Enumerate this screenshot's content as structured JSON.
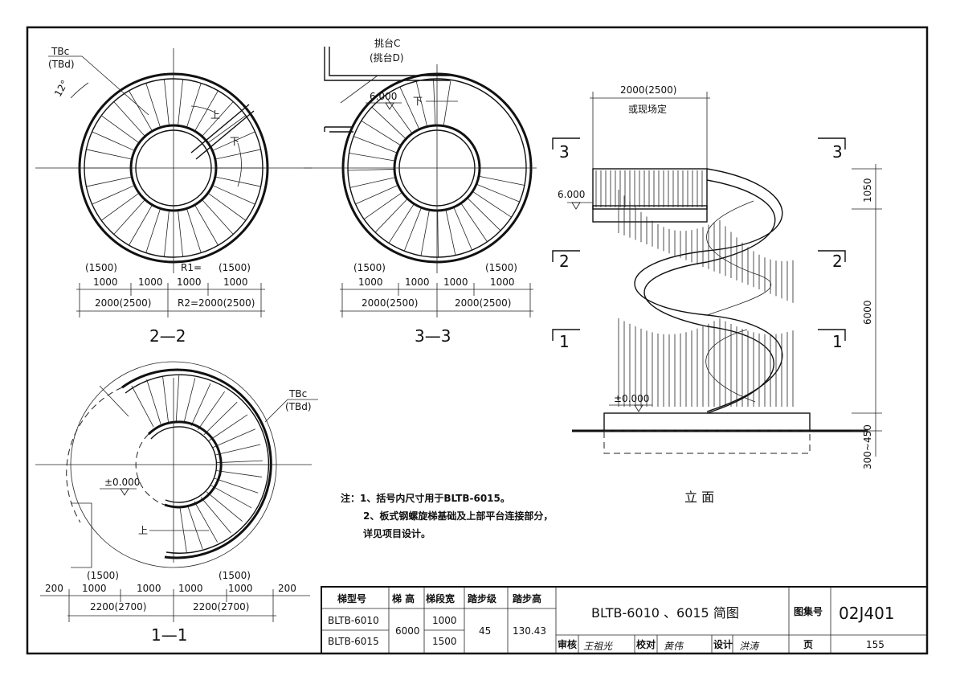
{
  "plan_2_2": {
    "title": "2—2",
    "tb_top": "TBc",
    "tb_bottom": "(TBd)",
    "angle": "12°",
    "up": "上",
    "down": "下",
    "r1": "R1=",
    "dims_top": [
      "(1500)",
      "(1500)"
    ],
    "dims_mid": [
      "1000",
      "1000",
      "1000",
      "1000"
    ],
    "dims_bottom": [
      "2000(2500)",
      "R2=2000(2500)"
    ]
  },
  "plan_3_3": {
    "title": "3—3",
    "platform_c": "挑台C",
    "platform_d": "(挑台D)",
    "level": "6.000",
    "down": "下",
    "dims_top": [
      "(1500)",
      "(1500)"
    ],
    "dims_mid": [
      "1000",
      "1000",
      "1000",
      "1000"
    ],
    "dims_bottom": [
      "2000(2500)",
      "2000(2500)"
    ]
  },
  "plan_1_1": {
    "title": "1—1",
    "tb_top": "TBc",
    "tb_bottom": "(TBd)",
    "level": "±0.000",
    "up": "上",
    "dims_top": [
      "(1500)",
      "(1500)"
    ],
    "dims_mid": [
      "200",
      "1000",
      "1000",
      "1000",
      "1000",
      "200"
    ],
    "dims_bottom": [
      "2200(2700)",
      "2200(2700)"
    ]
  },
  "elevation": {
    "title": "立 面",
    "top_dim": "2000(2500)",
    "top_note": "或现场定",
    "level_top": "6.000",
    "level_bottom": "±0.000",
    "dims_right": [
      "1050",
      "6000",
      "300~450"
    ],
    "section_marks": [
      "3",
      "3",
      "2",
      "2",
      "1",
      "1"
    ]
  },
  "notes": {
    "line1": "注：1、括号内尺寸用于BLTB-6015。",
    "line2": "2、板式钢螺旋梯基础及上部平台连接部分，",
    "line3": "详见项目设计。"
  },
  "title_block": {
    "headers": [
      "梯型号",
      "梯 高",
      "梯段宽",
      "踏步级",
      "踏步高"
    ],
    "rows": [
      {
        "model": "BLTB-6010",
        "width": "1000"
      },
      {
        "model": "BLTB-6015",
        "width": "1500"
      }
    ],
    "height": "6000",
    "steps": "45",
    "step_height": "130.43",
    "drawing_title": "BLTB-6010 、6015 简图",
    "atlas_label": "图集号",
    "atlas_no": "02J401",
    "review_label": "审核",
    "review_sig": "王祖光",
    "check_label": "校对",
    "check_sig": "黄伟",
    "design_label": "设计",
    "design_sig": "洪涛",
    "page_label": "页",
    "page_no": "155"
  }
}
